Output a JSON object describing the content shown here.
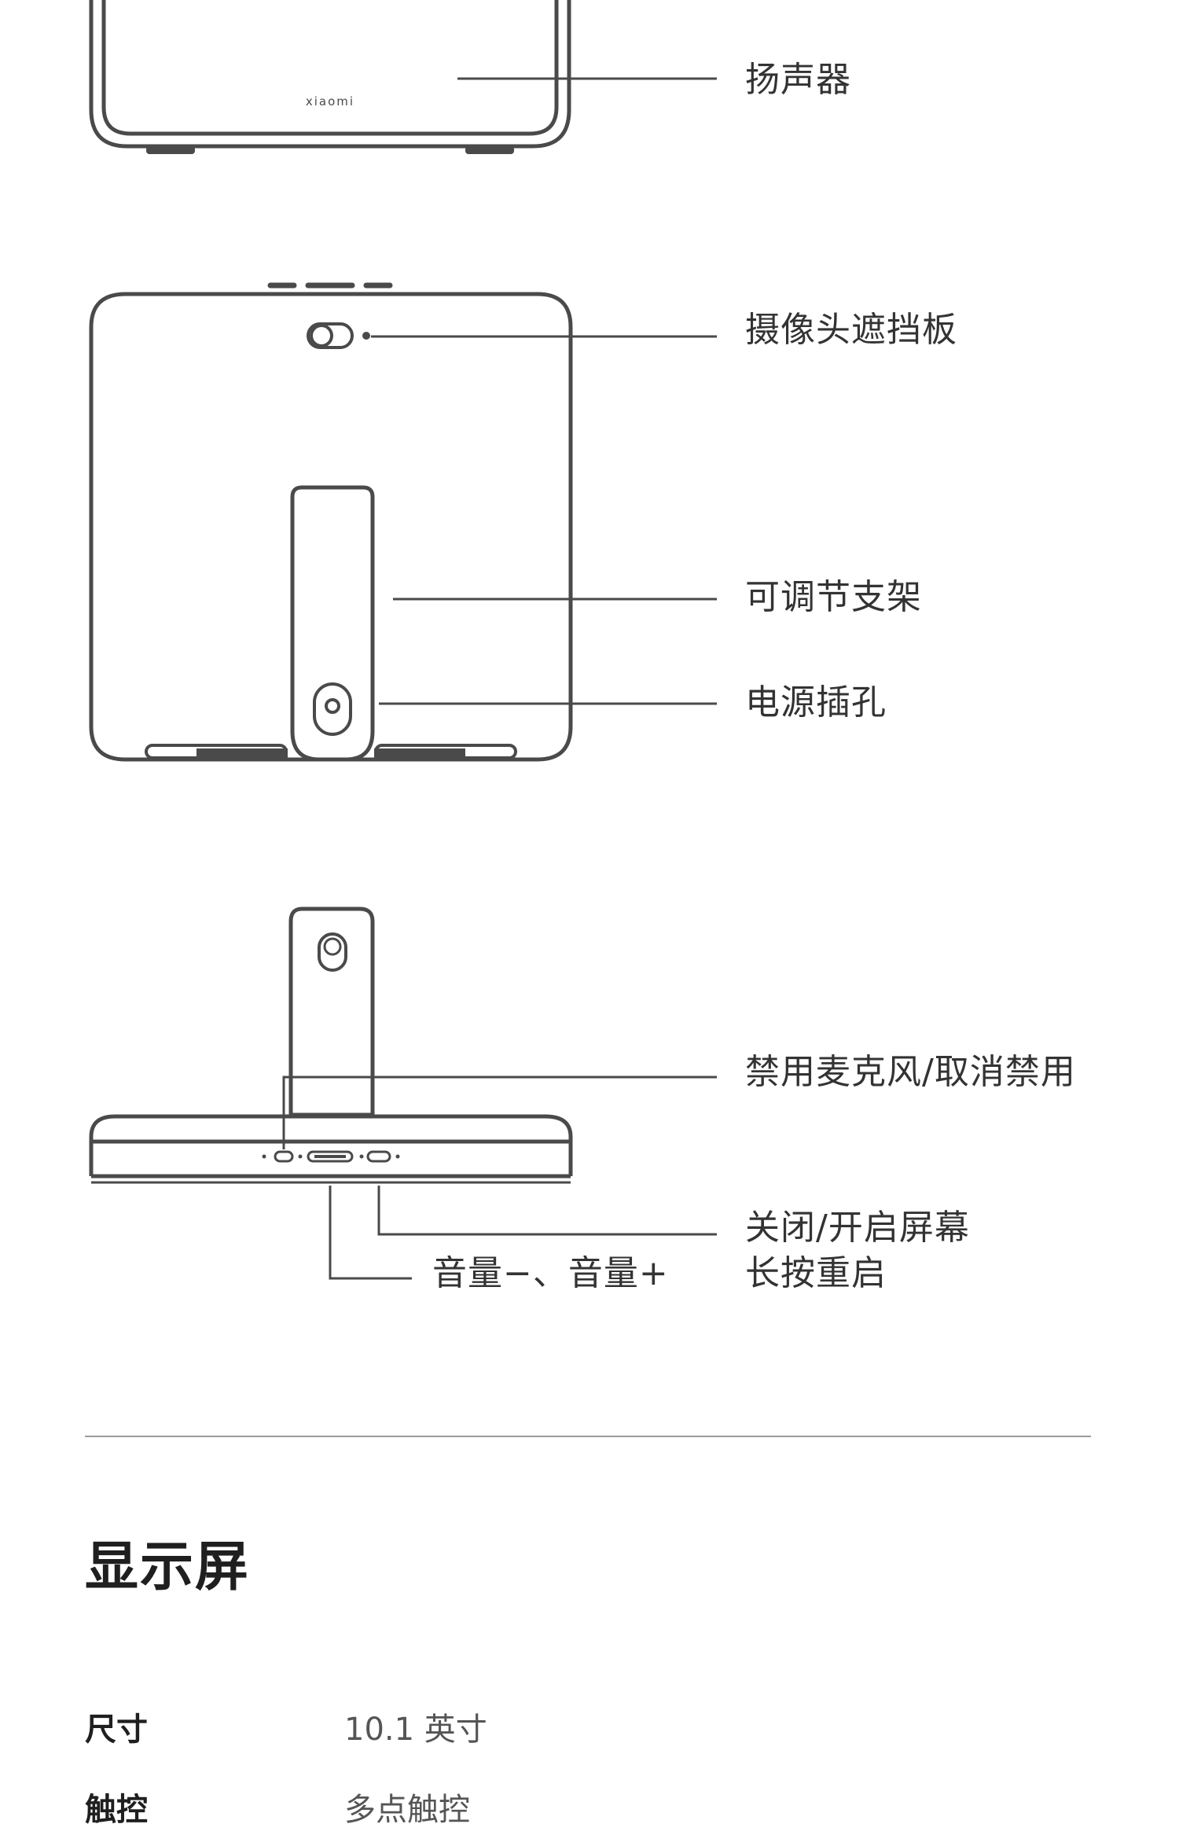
{
  "diagram": {
    "brand_logo_text": "xiaomi",
    "callouts": {
      "speaker": "扬声器",
      "camera_shutter": "摄像头遮挡板",
      "adjustable_stand": "可调节支架",
      "power_jack": "电源插孔",
      "mic_mute": "禁用麦克风/取消禁用",
      "screen_toggle_line1": "关闭/开启屏幕",
      "screen_toggle_line2": "长按重启",
      "volume": "音量−、音量+"
    },
    "stroke_color": "#4a4a4a"
  },
  "section": {
    "title": "显示屏"
  },
  "specs": [
    {
      "label": "尺寸",
      "value": "10.1 英寸"
    },
    {
      "label": "触控",
      "value": "多点触控"
    }
  ]
}
